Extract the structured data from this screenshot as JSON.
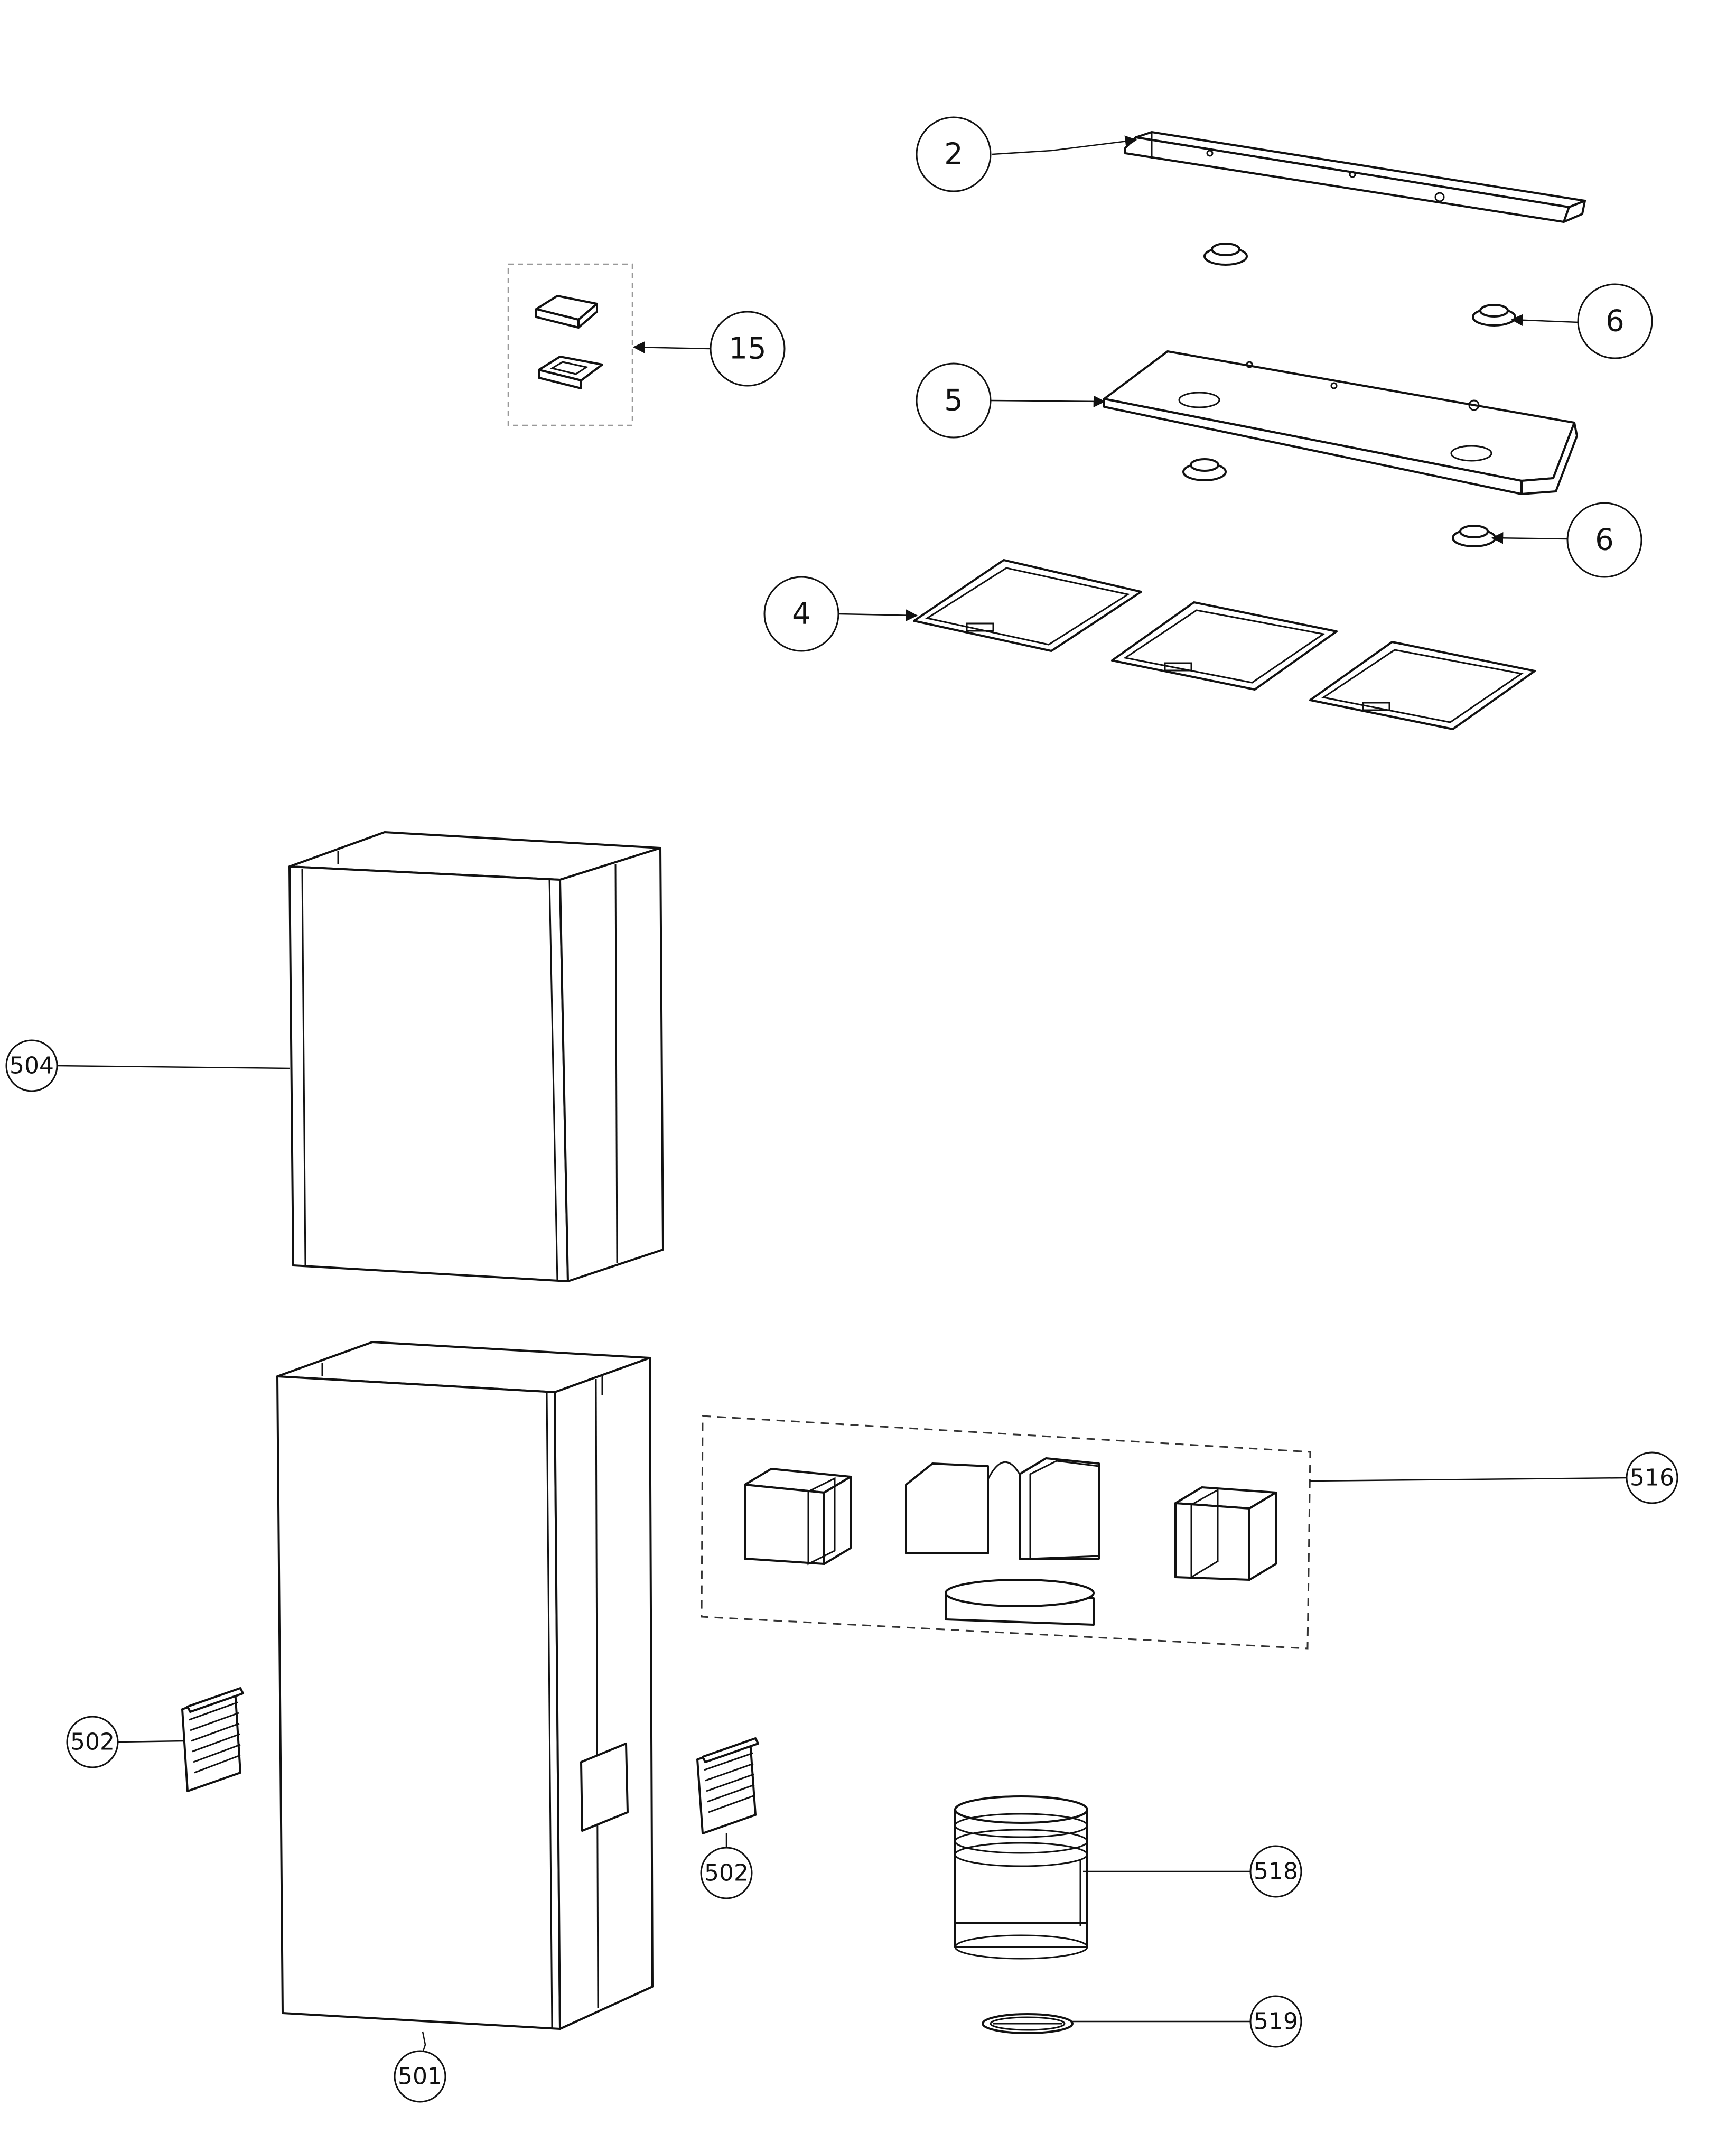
{
  "callouts": {
    "c2": "2",
    "c6a": "6",
    "c6b": "6",
    "c5": "5",
    "c4": "4",
    "c15": "15",
    "c504": "504",
    "c516": "516",
    "c502a": "502",
    "c502b": "502",
    "c518": "518",
    "c519": "519",
    "c501": "501"
  },
  "colors": {
    "line": "#111111",
    "background": "#ffffff"
  }
}
